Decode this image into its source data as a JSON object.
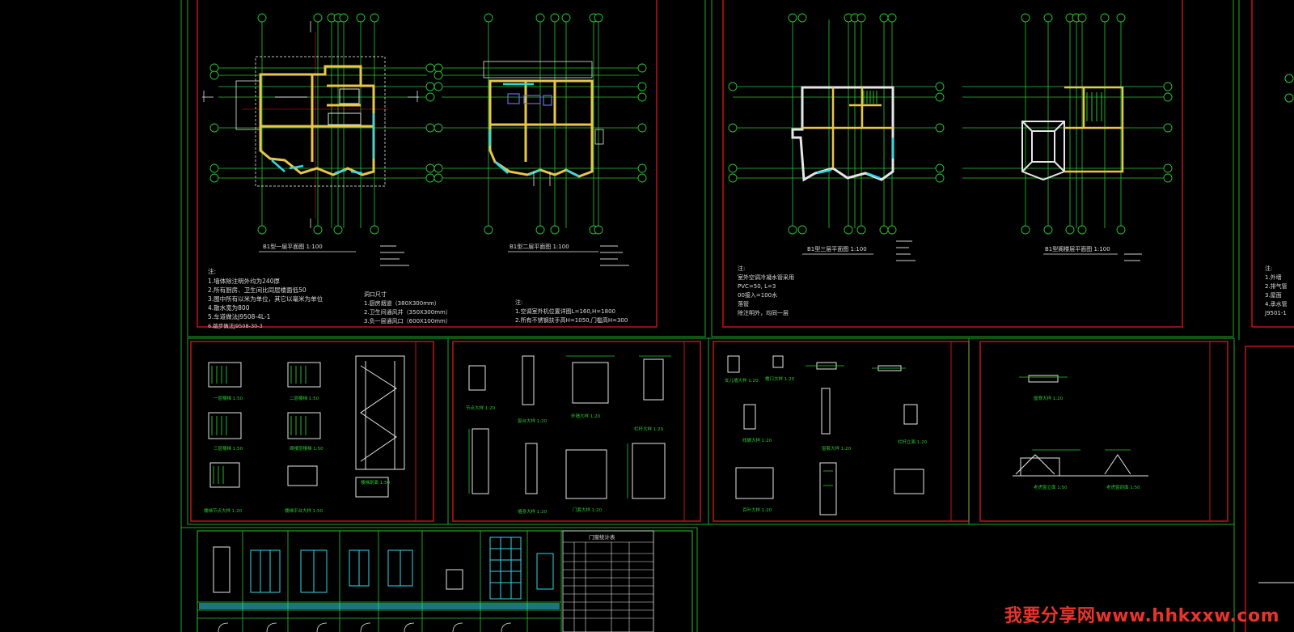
{
  "watermark": "我要分享网www.hhkxxw.com",
  "colors": {
    "background": "#000000",
    "frame_red": "#c0121a",
    "frame_green": "#1fa82a",
    "grid_green": "#29c92f",
    "wall_yellow": "#e8c64a",
    "wall_white": "#e6e6e6",
    "glass_cyan": "#33d6e6",
    "axis_red": "#e0202a",
    "text_white": "#dcdcdc"
  },
  "sheets": {
    "plan1": {
      "title": "B1型一层平面图  1:100"
    },
    "plan2": {
      "title": "B1型二层平面图  1:100"
    },
    "plan3": {
      "title": "B1型三层平面图  1:100"
    },
    "plan4": {
      "title": "B1型阁楼层平面图  1:100"
    }
  },
  "notes": {
    "general_heading": "注:",
    "general_items": [
      "1.墙体除注明外均为240厚",
      "2.所有厨房、卫生间比同层楼面低50",
      "3.图中所有以米为单位，其它以毫米为单位",
      "4.散水宽为800",
      "5.车道做法J9508-4L-1",
      "6.踏步做法J9508-30-3"
    ],
    "opening_heading": "洞口尺寸",
    "opening_items": [
      "1.厨房烟道（380X300mm）",
      "2.卫生间通风井（350X300mm）",
      "3.负一层通风口（600X100mm）"
    ],
    "ac_heading": "注:",
    "ac_items": [
      "1.空调室外机位置详图L=160,H=1800",
      "2.所有不锈钢扶手高H=1050,门槛高H=300"
    ],
    "plan3_heading": "注:",
    "plan3_items": [
      "室外空调冷凝水管采用",
      "PVC=50, L=3",
      "00接入=100水",
      "落管",
      "除注明外，均同一层"
    ],
    "right_heading": "注:",
    "right_items": [
      "1.外墙",
      "2.排气管",
      "3.屋面",
      "4.承水管",
      "J9501-1"
    ]
  },
  "door_window_table": {
    "title": "门窗统计表"
  },
  "stair_sheet": {
    "labels": [
      "一层楼梯 1:50",
      "二层楼梯 1:50",
      "三层楼梯 1:50",
      "楼梯剖面 1:50",
      "阁楼层楼梯 1:50",
      "楼梯平台大样 1:50",
      "楼梯节点大样 1:20"
    ]
  },
  "detail_sheet_1": {
    "labels": [
      "节点大样 1:20",
      "窗台大样 1:20",
      "外墙大样 1:20",
      "栏杆大样 1:20",
      "墙身大样 1:20",
      "门套大样 1:20"
    ]
  },
  "detail_sheet_2": {
    "labels": [
      "女儿墙大样 1:20",
      "檐口大样 1:20",
      "线脚大样 1:20",
      "窗套大样 1:20",
      "栏杆立面 1:20",
      "百叶大样 1:20"
    ]
  },
  "detail_sheet_3": {
    "labels": [
      "屋脊大样 1:20",
      "老虎窗立面 1:50",
      "老虎窗剖面 1:50"
    ]
  }
}
